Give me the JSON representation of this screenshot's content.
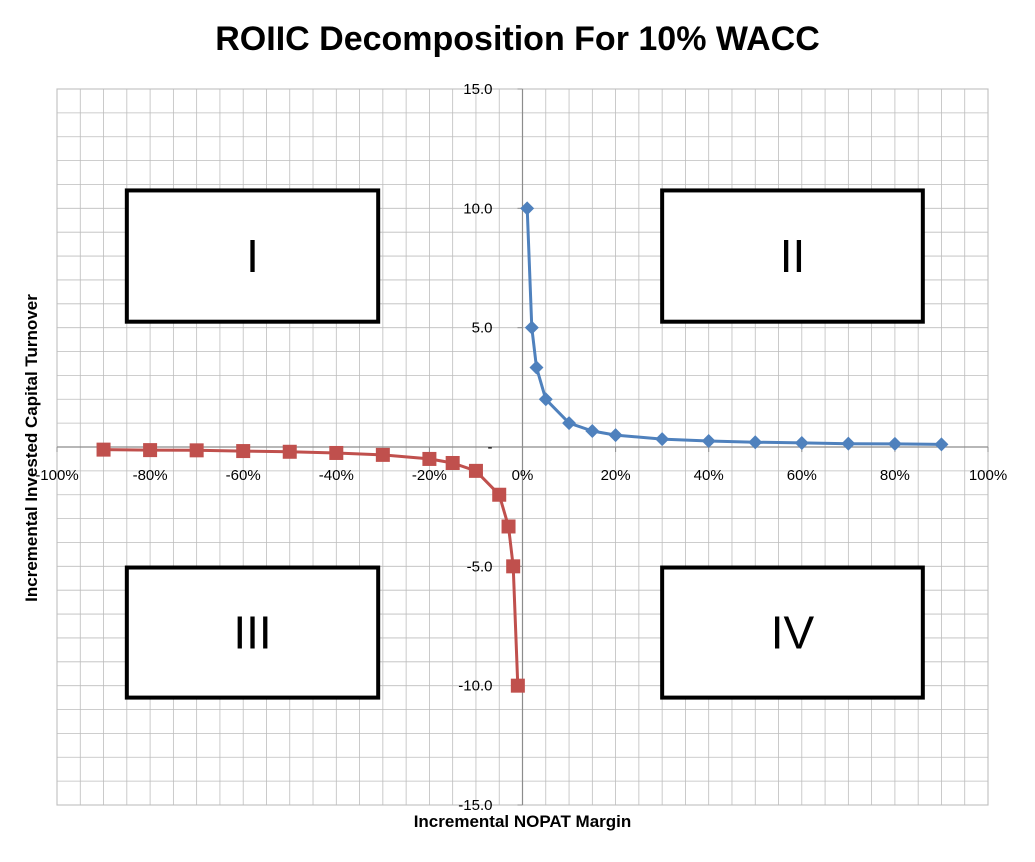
{
  "chart_data": {
    "type": "scatter",
    "title": "ROIIC Decomposition For 10% WACC",
    "xlabel": "Incremental NOPAT Margin",
    "ylabel": "Incremental Invested Capital Turnover",
    "xlim": [
      -1.0,
      1.0
    ],
    "ylim": [
      -15,
      15
    ],
    "x_ticks": [
      -1.0,
      -0.8,
      -0.6,
      -0.4,
      -0.2,
      0,
      0.2,
      0.4,
      0.6,
      0.8,
      1.0
    ],
    "x_tick_labels": [
      "-100%",
      "-80%",
      "-60%",
      "-40%",
      "-20%",
      "0%",
      "20%",
      "40%",
      "60%",
      "80%",
      "100%"
    ],
    "y_ticks": [
      15,
      10,
      5,
      0,
      -5,
      -10,
      -15
    ],
    "y_tick_labels": [
      "15.0",
      "10.0",
      "5.0",
      "-",
      "-5.0",
      "-10.0",
      "-15.0"
    ],
    "grid": true,
    "minor_grid_per_major_x": 4,
    "minor_grid_per_major_y": 5,
    "series": [
      {
        "color": "#4F81BD",
        "marker": "diamond",
        "points": [
          [
            0.01,
            10.0
          ],
          [
            0.02,
            5.0
          ],
          [
            0.03,
            3.33
          ],
          [
            0.05,
            2.0
          ],
          [
            0.1,
            1.0
          ],
          [
            0.15,
            0.67
          ],
          [
            0.2,
            0.5
          ],
          [
            0.3,
            0.33
          ],
          [
            0.4,
            0.25
          ],
          [
            0.5,
            0.2
          ],
          [
            0.6,
            0.17
          ],
          [
            0.7,
            0.14
          ],
          [
            0.8,
            0.13
          ],
          [
            0.9,
            0.11
          ]
        ]
      },
      {
        "color": "#C0504D",
        "marker": "square",
        "points": [
          [
            -0.01,
            -10.0
          ],
          [
            -0.02,
            -5.0
          ],
          [
            -0.03,
            -3.33
          ],
          [
            -0.05,
            -2.0
          ],
          [
            -0.1,
            -1.0
          ],
          [
            -0.15,
            -0.67
          ],
          [
            -0.2,
            -0.5
          ],
          [
            -0.3,
            -0.33
          ],
          [
            -0.4,
            -0.25
          ],
          [
            -0.5,
            -0.2
          ],
          [
            -0.6,
            -0.17
          ],
          [
            -0.7,
            -0.14
          ],
          [
            -0.8,
            -0.13
          ],
          [
            -0.9,
            -0.11
          ]
        ]
      }
    ],
    "annotations": [
      {
        "text": "I",
        "quadrant": "top-left"
      },
      {
        "text": "II",
        "quadrant": "top-right"
      },
      {
        "text": "III",
        "quadrant": "bottom-left"
      },
      {
        "text": "IV",
        "quadrant": "bottom-right"
      }
    ]
  }
}
